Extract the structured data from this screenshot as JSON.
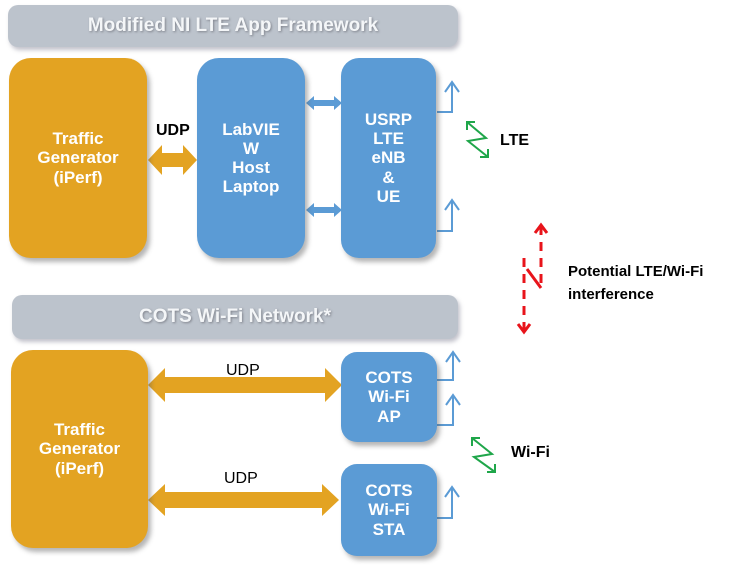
{
  "sections": {
    "lte_framework": {
      "title": "Modified NI LTE App Framework"
    },
    "wifi_network": {
      "title": "COTS Wi-Fi Network*"
    }
  },
  "lte": {
    "traffic_generator": "Traffic\nGenerator\n(iPerf)",
    "host_laptop": "LabVIE\nW\nHost\nLaptop",
    "usrp": "USRP\nLTE\neNB\n&\nUE",
    "link_label": "UDP",
    "radio_label": "LTE"
  },
  "wifi": {
    "traffic_generator": "Traffic\nGenerator\n(iPerf)",
    "ap": "COTS\nWi-Fi\nAP",
    "sta": "COTS\nWi-Fi\nSTA",
    "link_label_ap": "UDP",
    "link_label_sta": "UDP",
    "radio_label": "Wi-Fi"
  },
  "interference": {
    "label_line1": "Potential LTE/Wi-Fi",
    "label_line2": "interference"
  },
  "colors": {
    "traffic_generator": "#e3a322",
    "device": "#5b9bd5",
    "banner": "#bcc3cc",
    "radio_link": "#1fa64a",
    "interference": "#e8141b"
  }
}
